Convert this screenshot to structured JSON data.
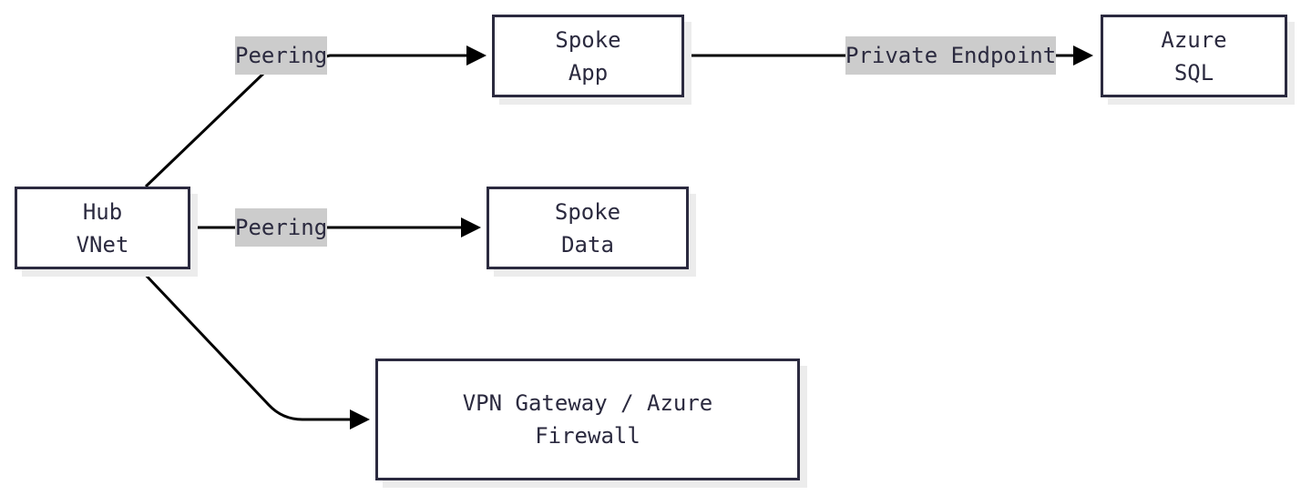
{
  "nodes": {
    "hub_vnet": "Hub VNet",
    "spoke_app": "Spoke App",
    "spoke_data": "Spoke Data",
    "azure_sql": "Azure SQL",
    "vpn_gateway": "VPN Gateway / Azure Firewall"
  },
  "edges": {
    "hub_to_app": "Peering",
    "hub_to_data": "Peering",
    "app_to_sql": "Private Endpoint"
  },
  "colors": {
    "stroke": "#2b2a3f",
    "label_bg": "#cccccc",
    "shadow": "#ececec"
  }
}
